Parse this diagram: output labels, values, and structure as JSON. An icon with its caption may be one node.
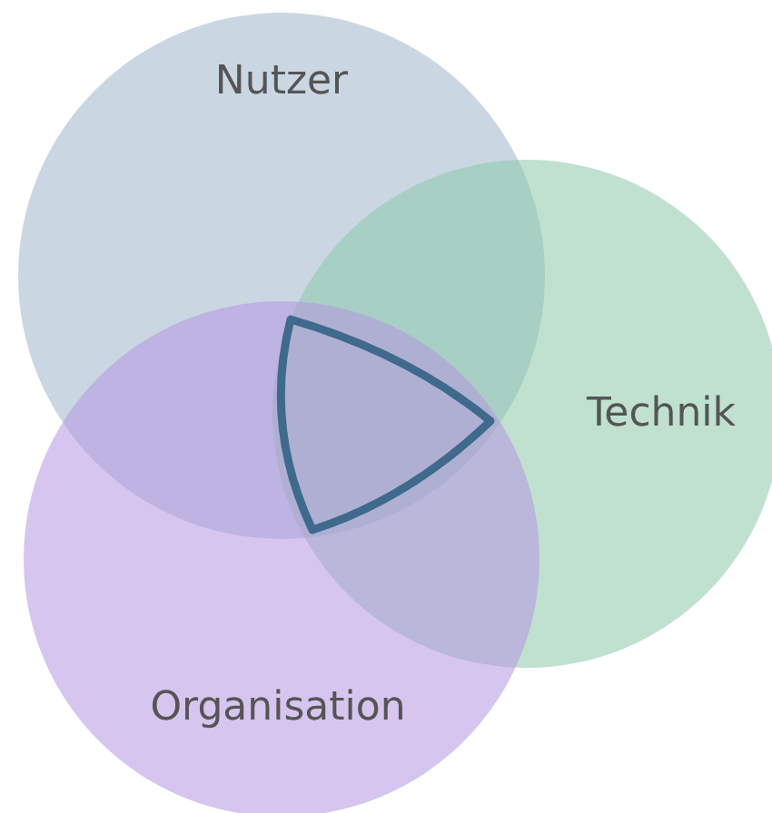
{
  "diagram": {
    "nodes": [
      {
        "text": [
          "Nutzer"
        ]
      },
      {
        "text": [
          "Technik"
        ]
      },
      {
        "text": [
          "Organisation"
        ]
      },
      {
        "text": [],
        "shape": "triangle"
      }
    ],
    "edges": []
  }
}
